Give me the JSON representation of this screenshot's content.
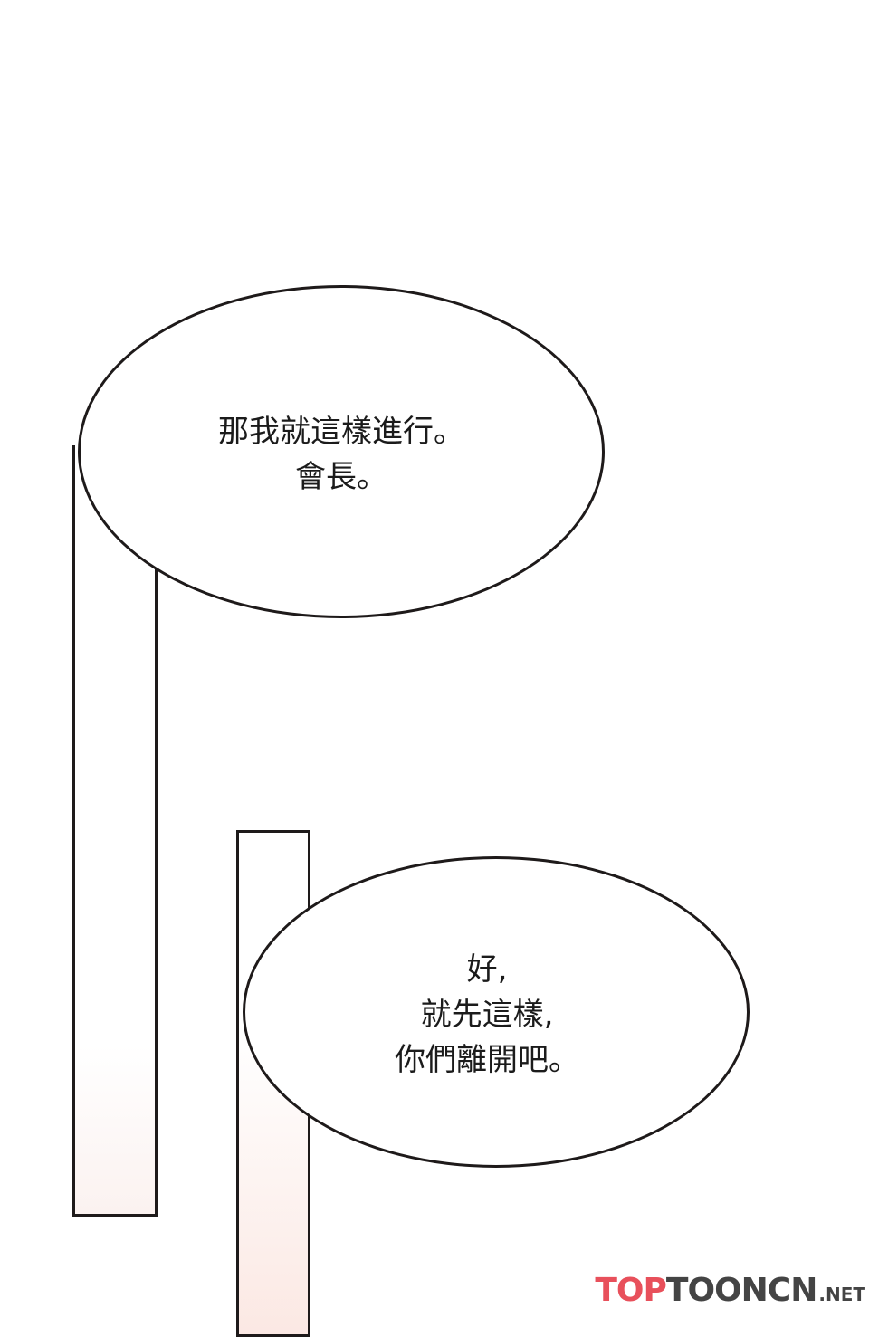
{
  "bubbles": [
    {
      "lines": [
        "那我就這樣進行。",
        "會長。"
      ]
    },
    {
      "lines": [
        "好,",
        "就先這樣,",
        "你們離開吧。"
      ]
    }
  ],
  "watermark": {
    "part1": "TOP",
    "part2": "TOONCN",
    "part3": ".NET",
    "accent_color": "#e8505b",
    "text_color": "#444444"
  }
}
